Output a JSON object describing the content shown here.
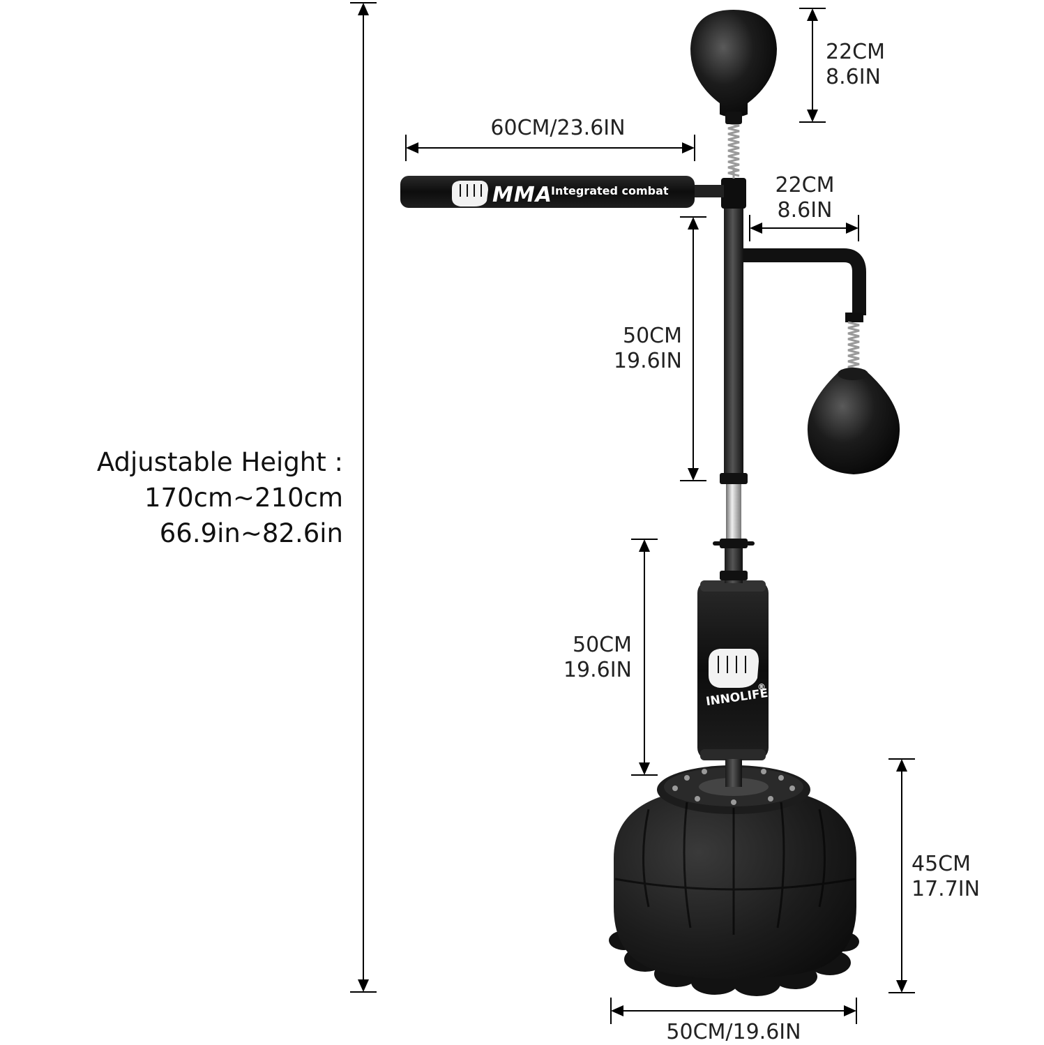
{
  "dimensions": {
    "total_height": {
      "title": "Adjustable Height :",
      "metric": "170cm~210cm",
      "imperial": "66.9in~82.6in"
    },
    "top_ball": {
      "metric": "22CM",
      "imperial": "8.6IN"
    },
    "arm_length": {
      "label": "60CM/23.6IN"
    },
    "bent_arm": {
      "metric": "22CM",
      "imperial": "8.6IN"
    },
    "upper_pole": {
      "metric": "50CM",
      "imperial": "19.6IN"
    },
    "lower_pole": {
      "metric": "50CM",
      "imperial": "19.6IN"
    },
    "base_height": {
      "metric": "45CM",
      "imperial": "17.7IN"
    },
    "base_width": {
      "label": "50CM/19.6IN"
    }
  },
  "product": {
    "arm_pad_brand": "MMA",
    "arm_pad_text": "Integrated combat",
    "pole_pad_brand": "INNOLIFE",
    "trademark": "®"
  },
  "colors": {
    "background": "#ffffff",
    "product": "#111111",
    "dimension_lines": "#000000",
    "text": "#222222"
  }
}
